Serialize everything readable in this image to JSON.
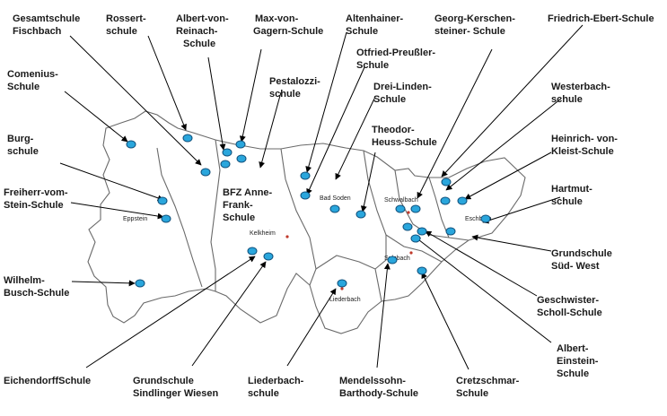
{
  "labels": {
    "gesamtschule_fischbach": [
      "Gesamtschule",
      "Fischbach"
    ],
    "rossert": [
      "Rossert-",
      "schule"
    ],
    "albert_von_reinach": [
      "Albert-von-",
      "Reinach-",
      "Schule"
    ],
    "max_von_gagern": [
      "Max-von-",
      "Gagern-Schule"
    ],
    "altenhainer": [
      "Altenhainer-",
      "Schule"
    ],
    "georg_kerschensteiner": [
      "Georg-Kerschen-",
      "steiner- Schule"
    ],
    "friedrich_ebert": [
      "Friedrich-Ebert-Schule"
    ],
    "comenius": [
      "Comenius-",
      "Schule"
    ],
    "otfried_preussler": [
      "Otfried-Preußler-",
      "Schule"
    ],
    "pestalozzi": [
      "Pestalozzi-",
      "schule"
    ],
    "drei_linden": [
      "Drei-Linden-",
      "Schule"
    ],
    "westerbach": [
      "Westerbach-",
      "schule"
    ],
    "burg": [
      "Burg-",
      "schule"
    ],
    "theodor_heuss": [
      "Theodor-",
      "Heuss-Schule"
    ],
    "heinrich_von_kleist": [
      "Heinrich- von-",
      "Kleist-Schule"
    ],
    "bfz_anne_frank": [
      "BFZ Anne-",
      "Frank-",
      "Schule"
    ],
    "freiherr_vom_stein": [
      "Freiherr-vom-",
      "Stein-Schule"
    ],
    "hartmut": [
      "Hartmut-",
      "schule"
    ],
    "grundschule_sued_west": [
      "Grundschule",
      "Süd- West"
    ],
    "wilhelm_busch": [
      "Wilhelm-",
      "Busch-Schule"
    ],
    "geschwister_scholl": [
      "Geschwister-",
      "Scholl-Schule"
    ],
    "albert_einstein": [
      "Albert-",
      "Einstein-",
      "Schule"
    ],
    "eichendorff": [
      "EichendorffSchule"
    ],
    "grundschule_sindlinger": [
      "Grundschule",
      "Sindlinger Wiesen"
    ],
    "liederbach": [
      "Liederbach-",
      "schule"
    ],
    "mendelssohn": [
      "Mendelssohn-",
      "Barthody-Schule"
    ],
    "cretzschmar": [
      "Cretzschmar-",
      "Schule"
    ]
  },
  "towns": {
    "eppstein": "Eppstein",
    "kelkheim": "Kelkheim",
    "bad_soden": "Bad Soden",
    "schwalbach": "Schwalbach",
    "eschborn": "Eschborn",
    "sulzbach": "Sulzbach",
    "liederbach": "Liederbach"
  },
  "colors": {
    "school_marker": "#2aa6dc",
    "school_marker_outline": "#0f4f7a",
    "town_dot": "#c0392b",
    "border": "#6a6a6a",
    "leader_line": "#000000"
  }
}
